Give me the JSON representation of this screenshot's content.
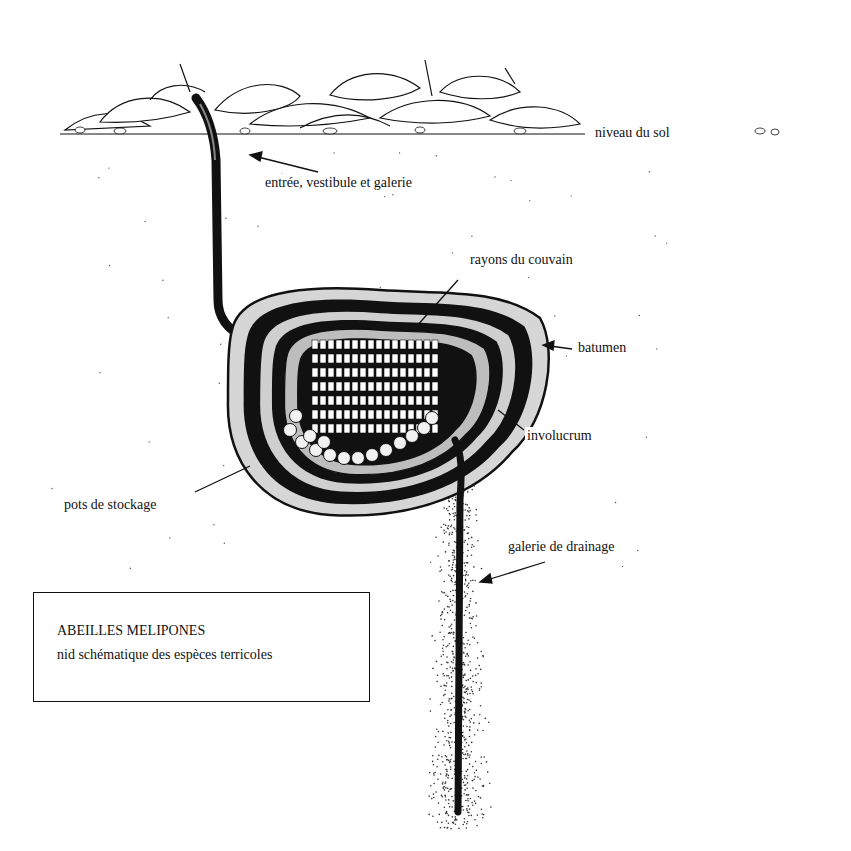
{
  "diagram": {
    "nodes": [
      {
        "text": [
          "ABEILLES MELIPONES",
          "nid schématique des espèces terricoles"
        ]
      }
    ],
    "labels": [
      "niveau du sol",
      "entrée, vestibule et galerie",
      "rayons du couvain",
      "batumen",
      "involucrum",
      "pots de stockage",
      "galerie de drainage"
    ]
  }
}
